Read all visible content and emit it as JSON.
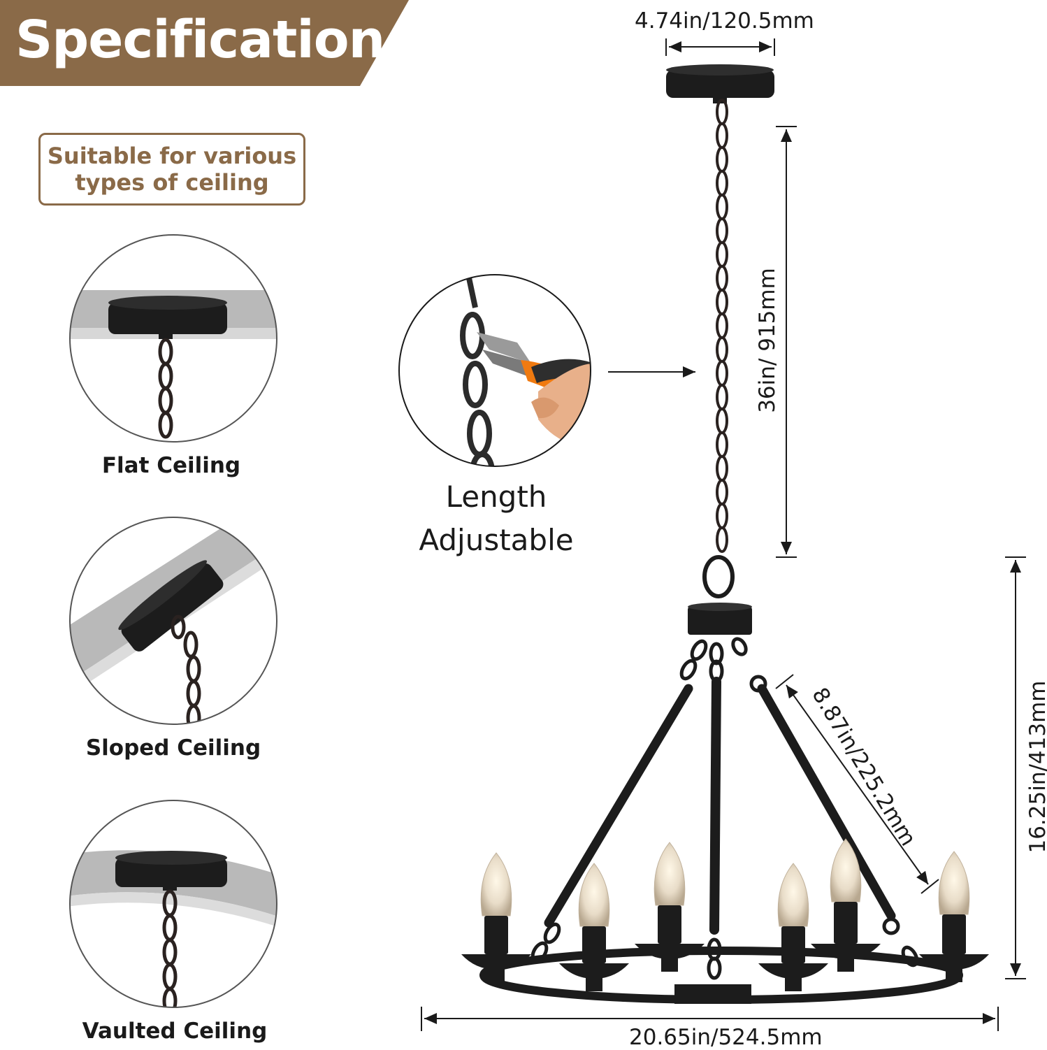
{
  "banner": {
    "title": "Specification",
    "color": "#8a6a48"
  },
  "suitable": {
    "line1": "Suitable for various",
    "line2": "types of ceiling"
  },
  "ceilings": [
    {
      "label": "Flat Ceiling"
    },
    {
      "label": "Sloped Ceiling"
    },
    {
      "label": "Vaulted Ceiling"
    }
  ],
  "callout": {
    "line1": "Length",
    "line2": "Adjustable"
  },
  "dimensions": {
    "canopy": "4.74in/120.5mm",
    "chain": "36in/ 915mm",
    "arm": "8.87in/225.2mm",
    "height": "16.25in/413mm",
    "width": "20.65in/524.5mm"
  },
  "colors": {
    "accent": "#8a6a48",
    "metal": "#1c1c1c",
    "orange": "#f07a10"
  }
}
